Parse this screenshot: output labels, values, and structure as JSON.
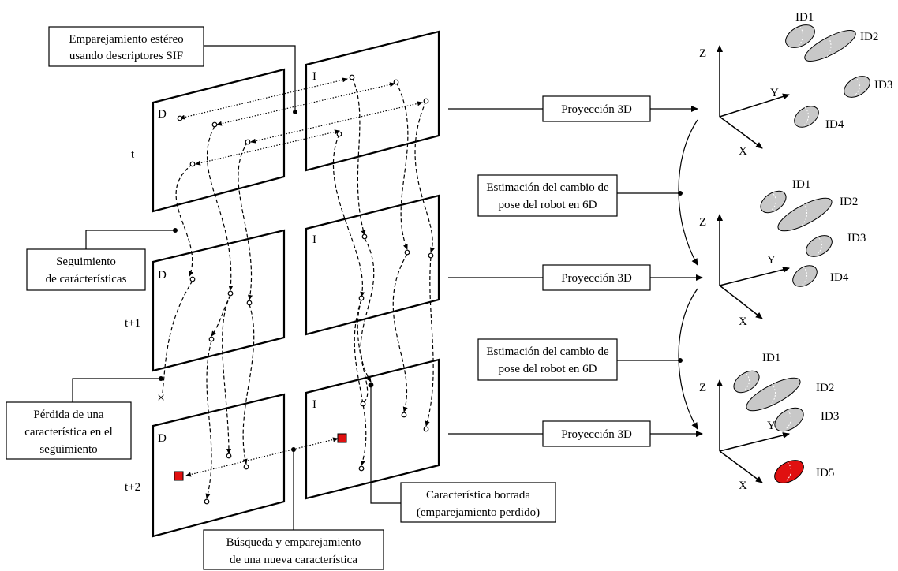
{
  "frames": {
    "left_label": "D",
    "right_label": "I",
    "time_labels": [
      "t",
      "t+1",
      "t+2"
    ]
  },
  "callouts": {
    "stereo_matching": [
      "Emparejamiento estéreo",
      "usando descriptores SIF"
    ],
    "feature_tracking": [
      "Seguimiento",
      "de carácterísticas"
    ],
    "feature_loss": [
      "Pérdida de una",
      "característica en el",
      "seguimiento"
    ],
    "deleted_feature": [
      "Característica borrada",
      "(emparejamiento perdido)"
    ],
    "new_feature": [
      "Búsqueda y emparejamiento",
      "de una nueva característica"
    ]
  },
  "projection_label": "Proyección 3D",
  "pose_change": [
    "Estimación del cambio de",
    "pose del robot en 6D"
  ],
  "axes": {
    "z": "Z",
    "y": "Y",
    "x": "X"
  },
  "landmark_sets": [
    [
      "ID1",
      "ID2",
      "ID3",
      "ID4"
    ],
    [
      "ID1",
      "ID2",
      "ID3",
      "ID4"
    ],
    [
      "ID1",
      "ID2",
      "ID3",
      "ID5"
    ]
  ],
  "marker_lost": "×",
  "colors": {
    "new_feature": "#e01010",
    "landmark": "#c8c8c8"
  }
}
